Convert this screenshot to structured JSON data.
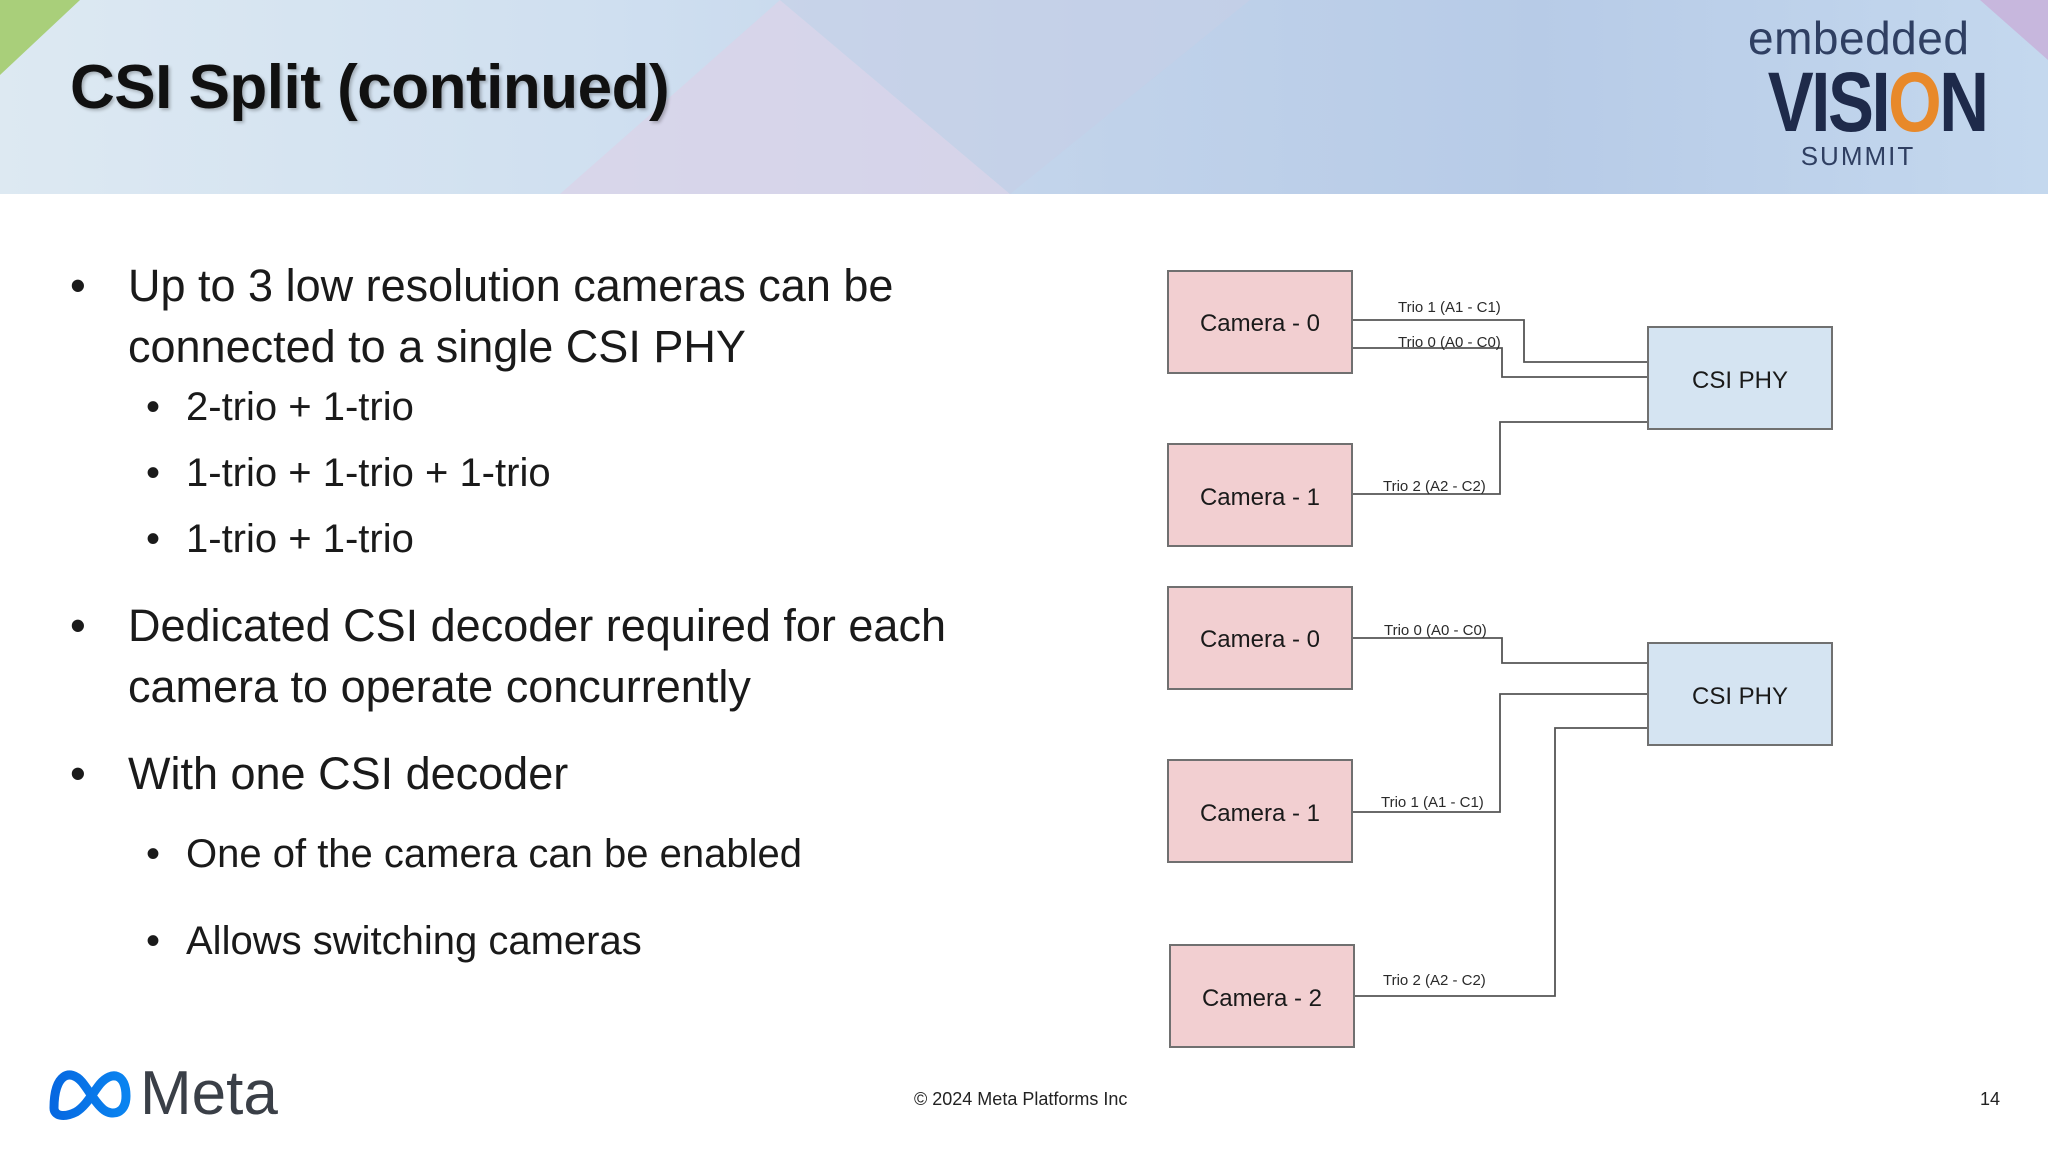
{
  "slide": {
    "title": "CSI Split (continued)",
    "page_number": "14",
    "copyright": "© 2024 Meta Platforms Inc"
  },
  "logos": {
    "event": {
      "line1": "embedded",
      "line2_a": "VISI",
      "line2_o": "O",
      "line2_b": "N",
      "line3": "SUMMIT"
    },
    "company": "Meta"
  },
  "bullets": {
    "b1": "Up to 3 low resolution cameras can be connected to a single CSI PHY",
    "b1_sub": [
      "2-trio + 1-trio",
      "1-trio + 1-trio + 1-trio",
      "1-trio + 1-trio"
    ],
    "b2": "Dedicated CSI decoder required for each camera to operate concurrently",
    "b3": "With one CSI decoder",
    "b3_sub": [
      "One of the camera can be enabled",
      "Allows switching cameras"
    ]
  },
  "diagram": {
    "top": {
      "cameras": [
        "Camera - 0",
        "Camera - 1"
      ],
      "phy": "CSI PHY",
      "links": [
        "Trio 1 (A1 - C1)",
        "Trio 0 (A0 - C0)",
        "Trio 2 (A2 - C2)"
      ]
    },
    "bottom": {
      "cameras": [
        "Camera - 0",
        "Camera - 1",
        "Camera - 2"
      ],
      "phy": "CSI PHY",
      "links": [
        "Trio 0 (A0 - C0)",
        "Trio 1 (A1 - C1)",
        "Trio 2 (A2 - C2)"
      ]
    },
    "colors": {
      "camera_fill": "#f2cfd1",
      "phy_fill": "#d5e4f2",
      "border": "#707070",
      "wire": "#555555"
    }
  }
}
